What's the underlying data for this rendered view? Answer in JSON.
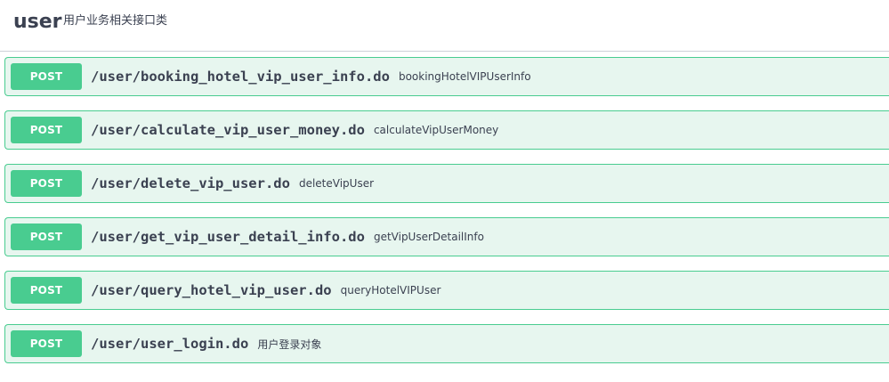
{
  "tag": {
    "name": "user",
    "description": "用户业务相关接口类"
  },
  "colors": {
    "post_accent": "#49cc90",
    "post_background": "#e7f6ef",
    "text": "#3b4151"
  },
  "operations": [
    {
      "method": "POST",
      "path": "/user/booking_hotel_vip_user_info.do",
      "summary": "bookingHotelVIPUserInfo"
    },
    {
      "method": "POST",
      "path": "/user/calculate_vip_user_money.do",
      "summary": "calculateVipUserMoney"
    },
    {
      "method": "POST",
      "path": "/user/delete_vip_user.do",
      "summary": "deleteVipUser"
    },
    {
      "method": "POST",
      "path": "/user/get_vip_user_detail_info.do",
      "summary": "getVipUserDetailInfo"
    },
    {
      "method": "POST",
      "path": "/user/query_hotel_vip_user.do",
      "summary": "queryHotelVIPUser"
    },
    {
      "method": "POST",
      "path": "/user/user_login.do",
      "summary": "用户登录对象"
    }
  ]
}
